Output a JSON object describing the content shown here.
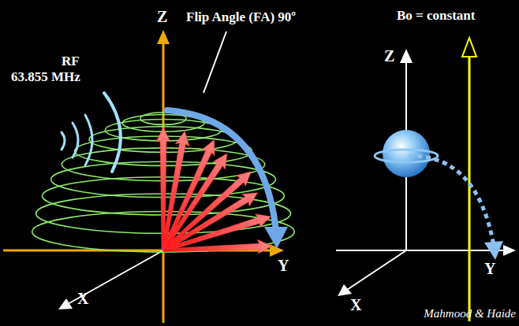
{
  "diagram": {
    "labels": [
      "RF 63.855 MHz",
      "Flip Angle (FA) 90º",
      "Z",
      "Y",
      "X",
      "Bo = constant",
      "Z",
      "Y",
      "X",
      "Mahmood & Haide"
    ]
  }
}
